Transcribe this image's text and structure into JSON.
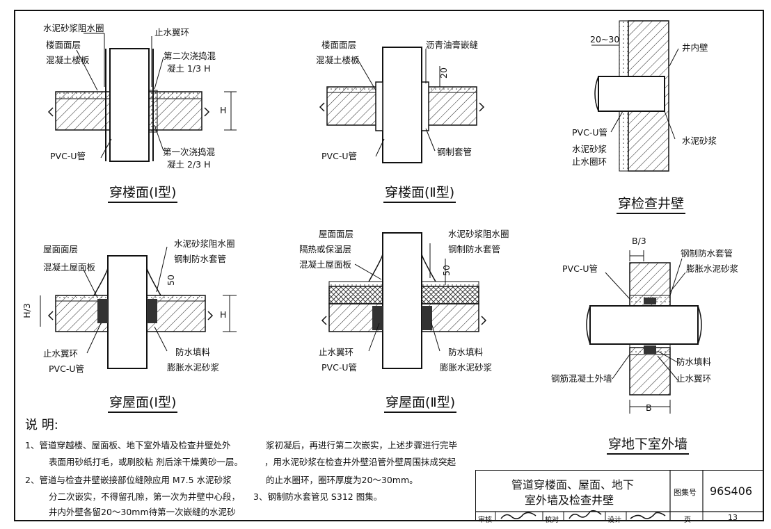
{
  "diagram_a": {
    "labels": [
      "水泥砂浆阻水圈",
      "楼面面层",
      "混凝土楼板",
      "止水翼环",
      "第二次浇捣混",
      "凝土 1/3 H",
      "H",
      "PVC-U管",
      "第一次浇捣混",
      "凝土 2/3 H"
    ],
    "caption": "穿楼面(Ⅰ型)"
  },
  "diagram_b": {
    "labels": [
      "楼面面层",
      "混凝土楼板",
      "沥青油膏嵌缝",
      "20",
      "PVC-U管",
      "钢制套管"
    ],
    "caption": "穿楼面(Ⅱ型)"
  },
  "diagram_c": {
    "labels": [
      "20~30",
      "井内壁",
      "PVC-U管",
      "水泥砂浆",
      "止水圈环",
      "水泥砂浆"
    ],
    "caption": "穿检查井壁"
  },
  "diagram_d": {
    "labels": [
      "屋面面层",
      "混凝土屋面板",
      "水泥砂浆阻水圈",
      "钢制防水套管",
      "50",
      "H/3",
      "H",
      "止水翼环",
      "PVC-U管",
      "防水填料",
      "膨胀水泥砂浆"
    ],
    "caption": "穿屋面(Ⅰ型)"
  },
  "diagram_e": {
    "labels": [
      "屋面面层",
      "隔热或保温层",
      "混凝土屋面板",
      "水泥砂浆阻水圈",
      "钢制防水套管",
      "50",
      "止水翼环",
      "PVC-U管",
      "防水填料",
      "膨胀水泥砂浆"
    ],
    "caption": "穿屋面(Ⅱ型)"
  },
  "diagram_f": {
    "labels": [
      "B/3",
      "钢制防水套管",
      "PVC-U管",
      "膨胀水泥砂浆",
      "防水填料",
      "钢筋混凝土外墙",
      "止水翼环",
      "B"
    ],
    "caption": "穿地下室外墙"
  },
  "notes": {
    "heading": "说 明:",
    "lines": [
      "1、管道穿越楼、屋面板、地下室外墙及检查井壁处外",
      "表面用砂纸打毛，或刷胶粘 剂后涂干燥黄砂一层。",
      "2、管道与检查井壁嵌接部位缝隙应用 M7.5 水泥砂浆",
      "分二次嵌实，不得留孔隙，第一次为井壁中心段，",
      "井内外壁各留20～30mm待第一次嵌缝的水泥砂"
    ],
    "lines2": [
      "浆初凝后，再进行第二次嵌实，上述步骤进行完毕",
      "，用水泥砂浆在检查井外壁沿管外壁周围抹成突起",
      "的止水圈环，圈环厚度为20～30mm。",
      "3、钢制防水套管见 S312 图集。"
    ]
  },
  "title_block": {
    "title_line1": "管道穿楼面、屋面、地下",
    "title_line2": "室外墙及检查井壁",
    "atlas_label": "图集号",
    "atlas_no": "96S406",
    "page_label": "页",
    "page_no": "13",
    "review_label": "审核",
    "check_label": "校对",
    "design_label": "设计"
  }
}
